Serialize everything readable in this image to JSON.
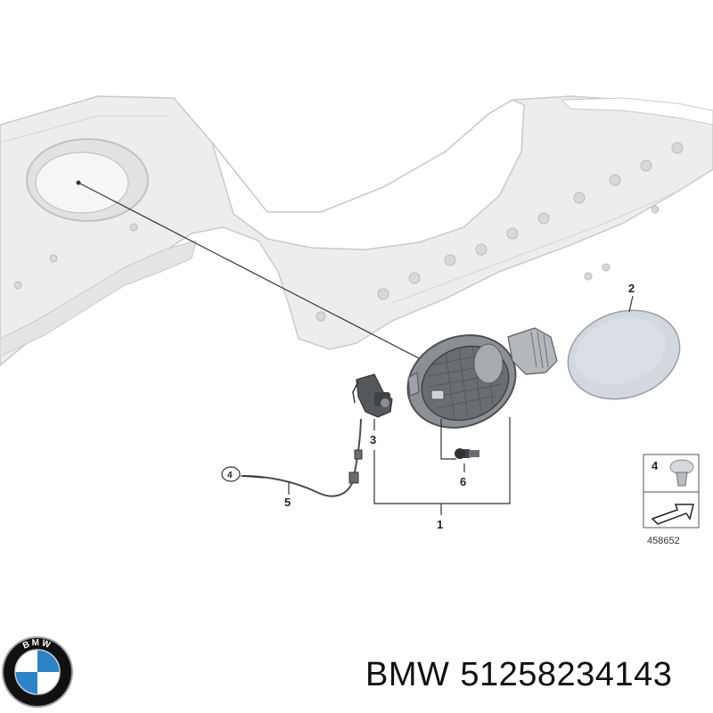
{
  "diagram": {
    "callouts": {
      "item_1": "1",
      "item_2": "2",
      "item_3": "3",
      "item_4": "4",
      "item_5": "5",
      "item_6": "6"
    },
    "legend": {
      "label": "4",
      "reference_number": "458652"
    }
  },
  "logo": {
    "brand_text": "BMW",
    "colors": {
      "blue": "#2e82c8",
      "black": "#111111",
      "white": "#ffffff",
      "ring": "#9aa0a6"
    }
  },
  "caption": {
    "brand": "BMW",
    "part_number": "51258234143"
  },
  "colors": {
    "body_panel": "#e9eaec",
    "body_panel_stroke": "#c9cbcf",
    "fuel_door_cap": "#d3d7de",
    "housing_dark": "#5a5d62",
    "leader_line": "#333333"
  }
}
